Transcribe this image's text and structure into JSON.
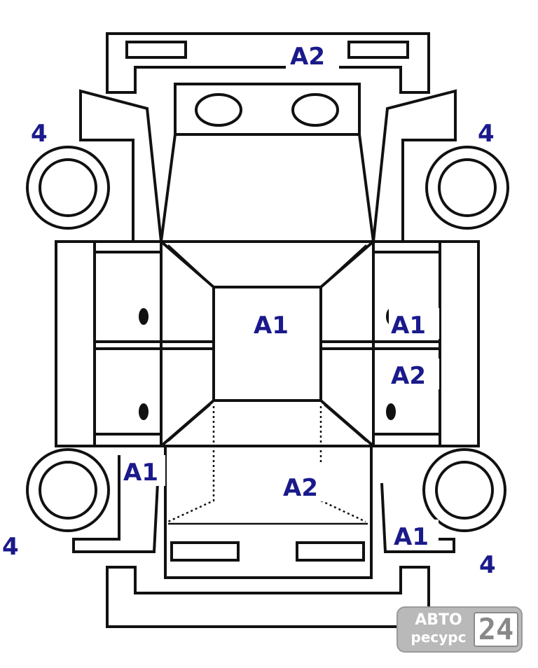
{
  "labels": {
    "top_bumper": "A2",
    "roof": "A1",
    "front_right_door": "A1",
    "rear_right_door": "A2",
    "rear_left_fender": "A1",
    "trunk": "A2",
    "rear_right_fender": "A1",
    "wheel_front_left": "4",
    "wheel_front_right": "4",
    "wheel_rear_left": "4",
    "wheel_rear_right": "4"
  },
  "label_color": "#1a1a8c",
  "watermark": {
    "line1": "АВТО",
    "line2": "ресурс",
    "number": "24"
  }
}
